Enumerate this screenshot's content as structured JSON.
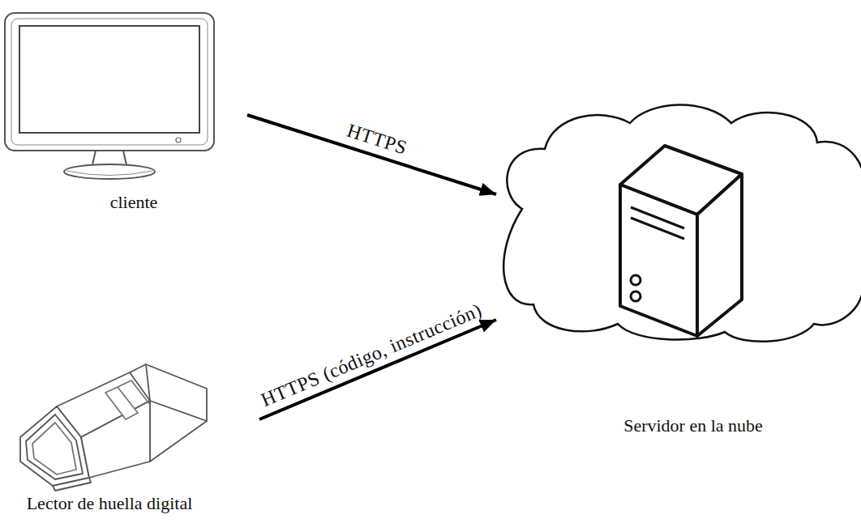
{
  "diagram": {
    "nodes": [
      {
        "text": [
          "cliente"
        ]
      },
      {
        "text": [
          "Lector de huella digital"
        ]
      },
      {
        "text": [
          "Servidor en la nube"
        ]
      }
    ],
    "edges": [
      {
        "from": 0,
        "to": 2,
        "arrow": "to",
        "label": "HTTPS"
      },
      {
        "from": 1,
        "to": 2,
        "arrow": "to",
        "label": "HTTPS (código, instrucción)"
      }
    ]
  }
}
